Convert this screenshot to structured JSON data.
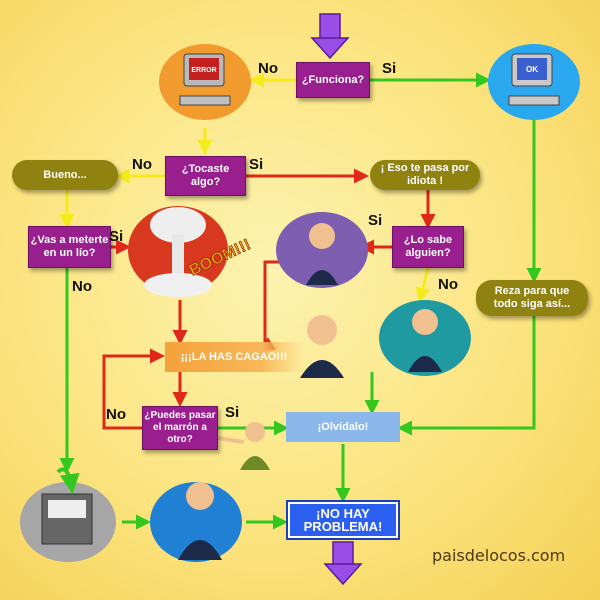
{
  "nodes": {
    "funciona": "¿Funciona?",
    "tocaste": "¿Tocaste algo?",
    "bueno": "Bueno...",
    "eso_te_pasa": "¡ Eso te pasa por idiota !",
    "vas_a_meterte": "¿Vas a meterte en un lío?",
    "lo_sabe": "¿Lo sabe alguien?",
    "reza": "Reza para que todo siga así...",
    "la_has_cagao": "¡¡¡LA HAS CAGAO!!!",
    "puedes_pasar": "¿Puedes pasar el marrón a otro?",
    "olvidalo": "¡Olvídalo!",
    "no_hay_problema": "¡NO HAY PROBLEMA!"
  },
  "edge_labels": {
    "funciona_no": "No",
    "funciona_si": "Si",
    "tocaste_no": "No",
    "tocaste_si": "Si",
    "vas_si": "Si",
    "vas_no": "No",
    "lo_sabe_si": "Si",
    "lo_sabe_no": "No",
    "puedes_no": "No",
    "puedes_si": "Si"
  },
  "illustrations": {
    "boom_text": "BOOM!!!",
    "monitor_error": "ERROR",
    "monitor_ok": "OK"
  },
  "watermark": "paisdelocos.com",
  "colors": {
    "decision": "#9a1f8e",
    "statement": "#8f8210",
    "alarm": "#f4a13a",
    "neutral": "#8bb7ea",
    "success": "#2a5ff0",
    "start_arrow": "#9b4de8",
    "wire_yellow": "#f5ea1a",
    "wire_green": "#34c81e",
    "wire_red": "#e0281a"
  }
}
